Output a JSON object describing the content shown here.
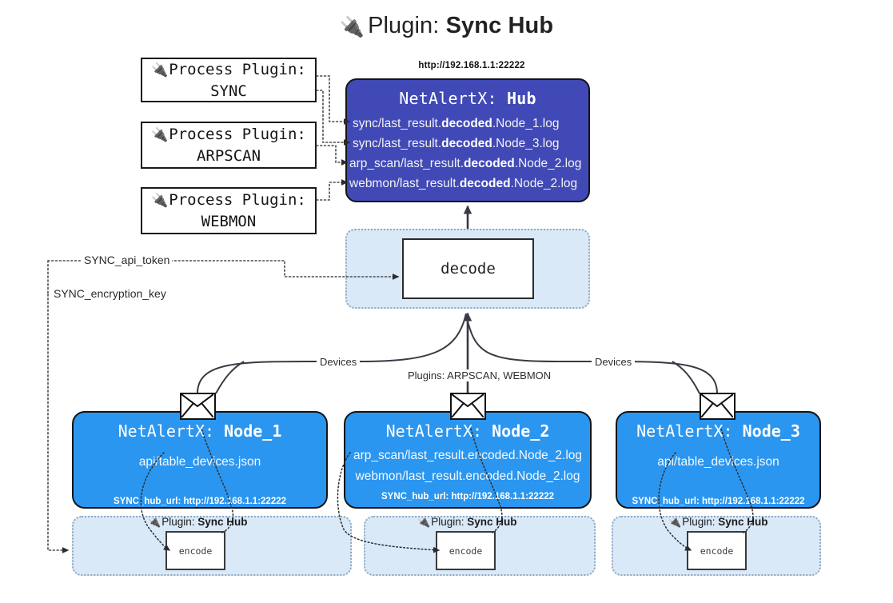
{
  "title": {
    "icon": "plug-icon",
    "prefix": "Plugin:",
    "name": "Sync Hub"
  },
  "process_plugins": [
    {
      "icon": "plug-icon",
      "line1": "Process Plugin:",
      "line2": "SYNC"
    },
    {
      "icon": "plug-icon",
      "line1": "Process Plugin:",
      "line2": "ARPSCAN"
    },
    {
      "icon": "plug-icon",
      "line1": "Process Plugin:",
      "line2": "WEBMON"
    }
  ],
  "hub": {
    "url": "http://192.168.1.1:22222",
    "label_prefix": "NetAlertX:",
    "label_name": "Hub",
    "logs": [
      {
        "pre": "sync/last_result.",
        "em": "decoded",
        "post": ".Node_1.log"
      },
      {
        "pre": "sync/last_result.",
        "em": "decoded",
        "post": ".Node_3.log"
      },
      {
        "pre": "arp_scan/last_result.",
        "em": "decoded",
        "post": ".Node_2.log"
      },
      {
        "pre": "webmon/last_result.",
        "em": "decoded",
        "post": ".Node_2.log"
      }
    ]
  },
  "decode": {
    "label": "decode"
  },
  "tokens": [
    {
      "label": "SYNC_api_token"
    },
    {
      "label": "SYNC_encryption_key"
    }
  ],
  "edge_labels": {
    "devices_left": "Devices",
    "devices_right": "Devices",
    "plugins_center": "Plugins: ARPSCAN, WEBMON"
  },
  "nodes": [
    {
      "label_prefix": "NetAlertX:",
      "label_name": "Node_1",
      "lines": [
        {
          "pre": "api/table_devices.json",
          "em": "",
          "post": ""
        }
      ],
      "url": "SYNC_hub_url: http://192.168.1.1:22222",
      "icon": "envelope-icon"
    },
    {
      "label_prefix": "NetAlertX:",
      "label_name": "Node_2",
      "lines": [
        {
          "pre": "arp_scan/last_result.encoded.Node_2.log",
          "em": "",
          "post": ""
        },
        {
          "pre": "webmon/last_result.encoded.Node_2.log",
          "em": "",
          "post": ""
        }
      ],
      "url": "SYNC_hub_url: http://192.168.1.1:22222",
      "icon": "envelope-icon"
    },
    {
      "label_prefix": "NetAlertX:",
      "label_name": "Node_3",
      "lines": [
        {
          "pre": "api/table_devices.json",
          "em": "",
          "post": ""
        }
      ],
      "url": "SYNC_hub_url: http://192.168.1.1:22222",
      "icon": "envelope-icon"
    }
  ],
  "plugin_containers": [
    {
      "icon": "plug-icon",
      "prefix": "Plugin:",
      "name": "Sync Hub",
      "box": "encode"
    },
    {
      "icon": "plug-icon",
      "prefix": "Plugin:",
      "name": "Sync Hub",
      "box": "encode"
    },
    {
      "icon": "plug-icon",
      "prefix": "Plugin:",
      "name": "Sync Hub",
      "box": "encode"
    }
  ],
  "colors": {
    "hub": "#4049b5",
    "node": "#2b96f0",
    "container": "#d9e9f8",
    "container_border": "#8fa8bd",
    "stroke": "#141414",
    "page_bg": "#ffffff"
  }
}
